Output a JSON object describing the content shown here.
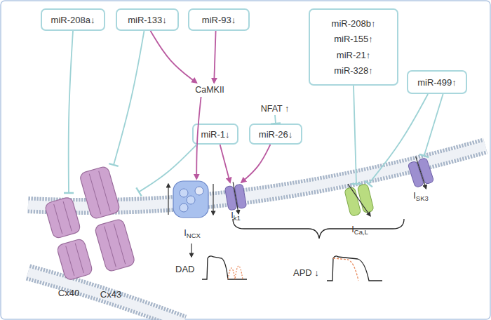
{
  "diagram": {
    "nodes": [
      {
        "text": [
          "miR-208a↓"
        ]
      },
      {
        "text": [
          "miR-133↓"
        ]
      },
      {
        "text": [
          "miR-93↓"
        ]
      },
      {
        "text": [
          "miR-208b↑",
          "miR-155↑",
          "miR-21↑",
          "miR-328↑"
        ]
      },
      {
        "text": [
          "miR-499↑"
        ]
      },
      {
        "text": [
          "CaMKII"
        ]
      },
      {
        "text": [
          "NFAT ↑"
        ]
      },
      {
        "text": [
          "miR-1↓"
        ]
      },
      {
        "text": [
          "miR-26↓"
        ]
      },
      {
        "text": [
          "Cx40"
        ]
      },
      {
        "text": [
          "Cx43"
        ]
      },
      {
        "text": [
          "I",
          "NCX"
        ]
      },
      {
        "text": [
          "I",
          "k1"
        ]
      },
      {
        "text": [
          "I",
          "Ca,L"
        ]
      },
      {
        "text": [
          "I",
          "SK3"
        ]
      }
    ],
    "edges": [
      {
        "from": 0,
        "to": 9,
        "arrow": "to"
      },
      {
        "from": 1,
        "to": 10,
        "arrow": "to"
      },
      {
        "from": 1,
        "to": 5,
        "arrow": "to"
      },
      {
        "from": 2,
        "to": 5,
        "arrow": "to"
      },
      {
        "from": 5,
        "to": 11,
        "arrow": "to"
      },
      {
        "from": 7,
        "to": 10,
        "arrow": "to"
      },
      {
        "from": 7,
        "to": 12,
        "arrow": "to"
      },
      {
        "from": 8,
        "to": 12,
        "arrow": "to"
      },
      {
        "from": 6,
        "to": 8,
        "arrow": "to"
      },
      {
        "from": 3,
        "to": 13,
        "arrow": "to"
      },
      {
        "from": 4,
        "to": 13,
        "arrow": "to"
      },
      {
        "from": 4,
        "to": 14,
        "arrow": "to"
      }
    ],
    "labels": [
      "DAD",
      "APD ↓"
    ]
  }
}
